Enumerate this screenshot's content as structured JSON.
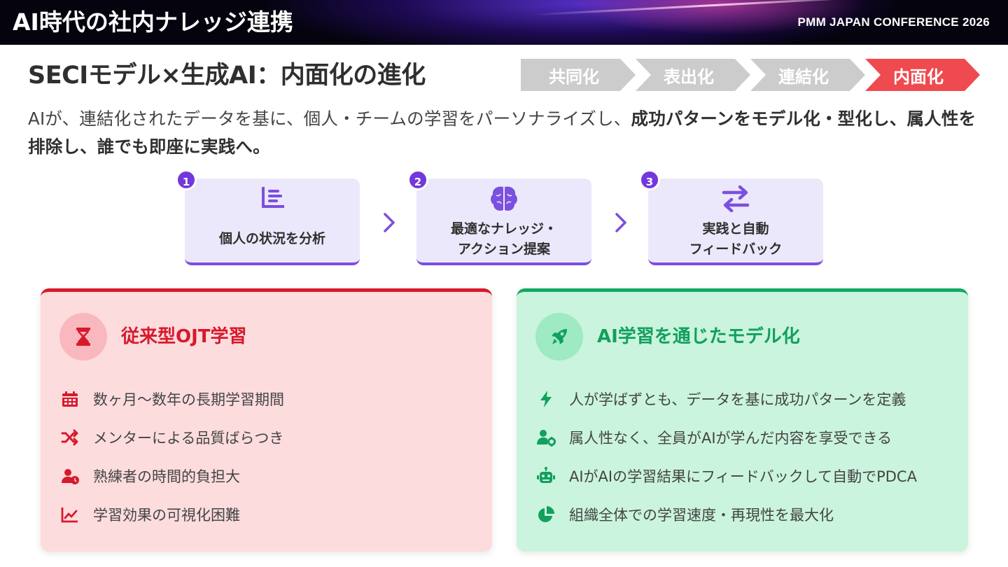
{
  "header": {
    "title": "AI時代の社内ナレッジ連携",
    "conference": "PMM JAPAN CONFERENCE 2026"
  },
  "section_title": "SECIモデル×生成AI：内面化の進化",
  "seci_steps": [
    {
      "label": "共同化",
      "color": "#cccccc"
    },
    {
      "label": "表出化",
      "color": "#cccccc"
    },
    {
      "label": "連結化",
      "color": "#cccccc"
    },
    {
      "label": "内面化",
      "color": "#ef4a4f"
    }
  ],
  "description": {
    "normal": "AIが、連結化されたデータを基に、個人・チームの学習をパーソナライズし、",
    "bold": "成功パターンをモデル化・型化し、属人性を排除し、誰でも即座に実践へ。"
  },
  "process": [
    {
      "number": "1",
      "icon": "list-chart-icon",
      "label": "個人の状況を分析"
    },
    {
      "number": "2",
      "icon": "brain-icon",
      "label": "最適なナレッジ・\nアクション提案"
    },
    {
      "number": "3",
      "icon": "arrows-exchange-icon",
      "label": "実践と自動\nフィードバック"
    }
  ],
  "left_panel": {
    "title": "従来型OJT学習",
    "icon": "hourglass-icon",
    "accent": "#d7192c",
    "items": [
      {
        "icon": "calendar-icon",
        "text": "数ヶ月〜数年の長期学習期間"
      },
      {
        "icon": "shuffle-icon",
        "text": "メンターによる品質ばらつき"
      },
      {
        "icon": "user-clock-icon",
        "text": "熟練者の時間的負担大"
      },
      {
        "icon": "line-chart-icon",
        "text": "学習効果の可視化困難"
      }
    ]
  },
  "right_panel": {
    "title": "AI学習を通じたモデル化",
    "icon": "rocket-icon",
    "accent": "#12a05e",
    "items": [
      {
        "icon": "bolt-icon",
        "text": "人が学ばずとも、データを基に成功パターンを定義"
      },
      {
        "icon": "user-gear-icon",
        "text": "属人性なく、全員がAIが学んだ内容を享受できる"
      },
      {
        "icon": "robot-icon",
        "text": "AIがAIの学習結果にフィードバックして自動でPDCA"
      },
      {
        "icon": "pie-chart-icon",
        "text": "組織全体での学習速度・再現性を最大化"
      }
    ]
  }
}
